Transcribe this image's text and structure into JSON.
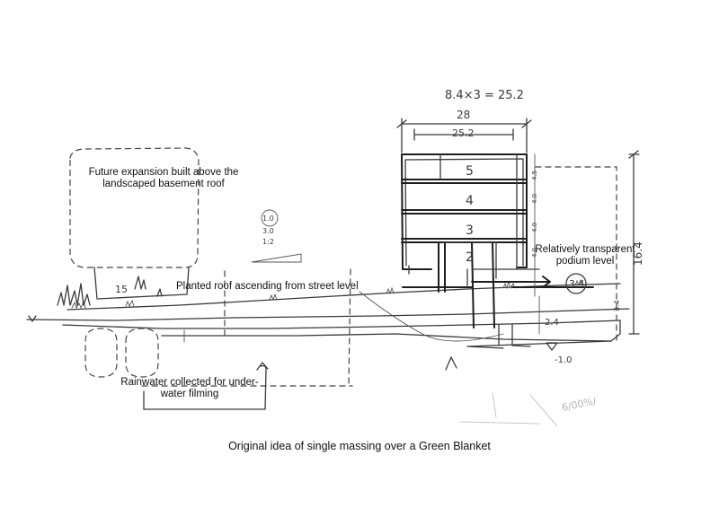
{
  "caption": "Original idea of single massing over a Green Blanket",
  "annotations": {
    "future_expansion_line1": "Future expansion built above the",
    "future_expansion_line2": "landscaped basement roof",
    "planted_roof": "Planted roof ascending from street level",
    "podium_line1": "Relatively transparent",
    "podium_line2": "podium level",
    "rainwater_line1": "Rainwater collected for under-",
    "rainwater_line2": "water filming"
  },
  "dimensions": {
    "module_formula": "8.4×3 = 25.2",
    "overall_width": "28",
    "inner_width": "25.2",
    "floor_height_top": "4.5",
    "floor_height_2": "4.0",
    "floor_height_3": "4.0",
    "floor_height_4": "4.0",
    "total_height": "16.4",
    "podium_height": "3.4",
    "lower_height": "2.4",
    "basement_depth": "-1.0",
    "left_width": "15",
    "side_small": "3.4",
    "slope_1": "1.0",
    "slope_2": "3.0",
    "slope_3": "1:2"
  },
  "floor_labels": [
    "5",
    "4",
    "3",
    "2"
  ],
  "faint_text": "6/00%/"
}
